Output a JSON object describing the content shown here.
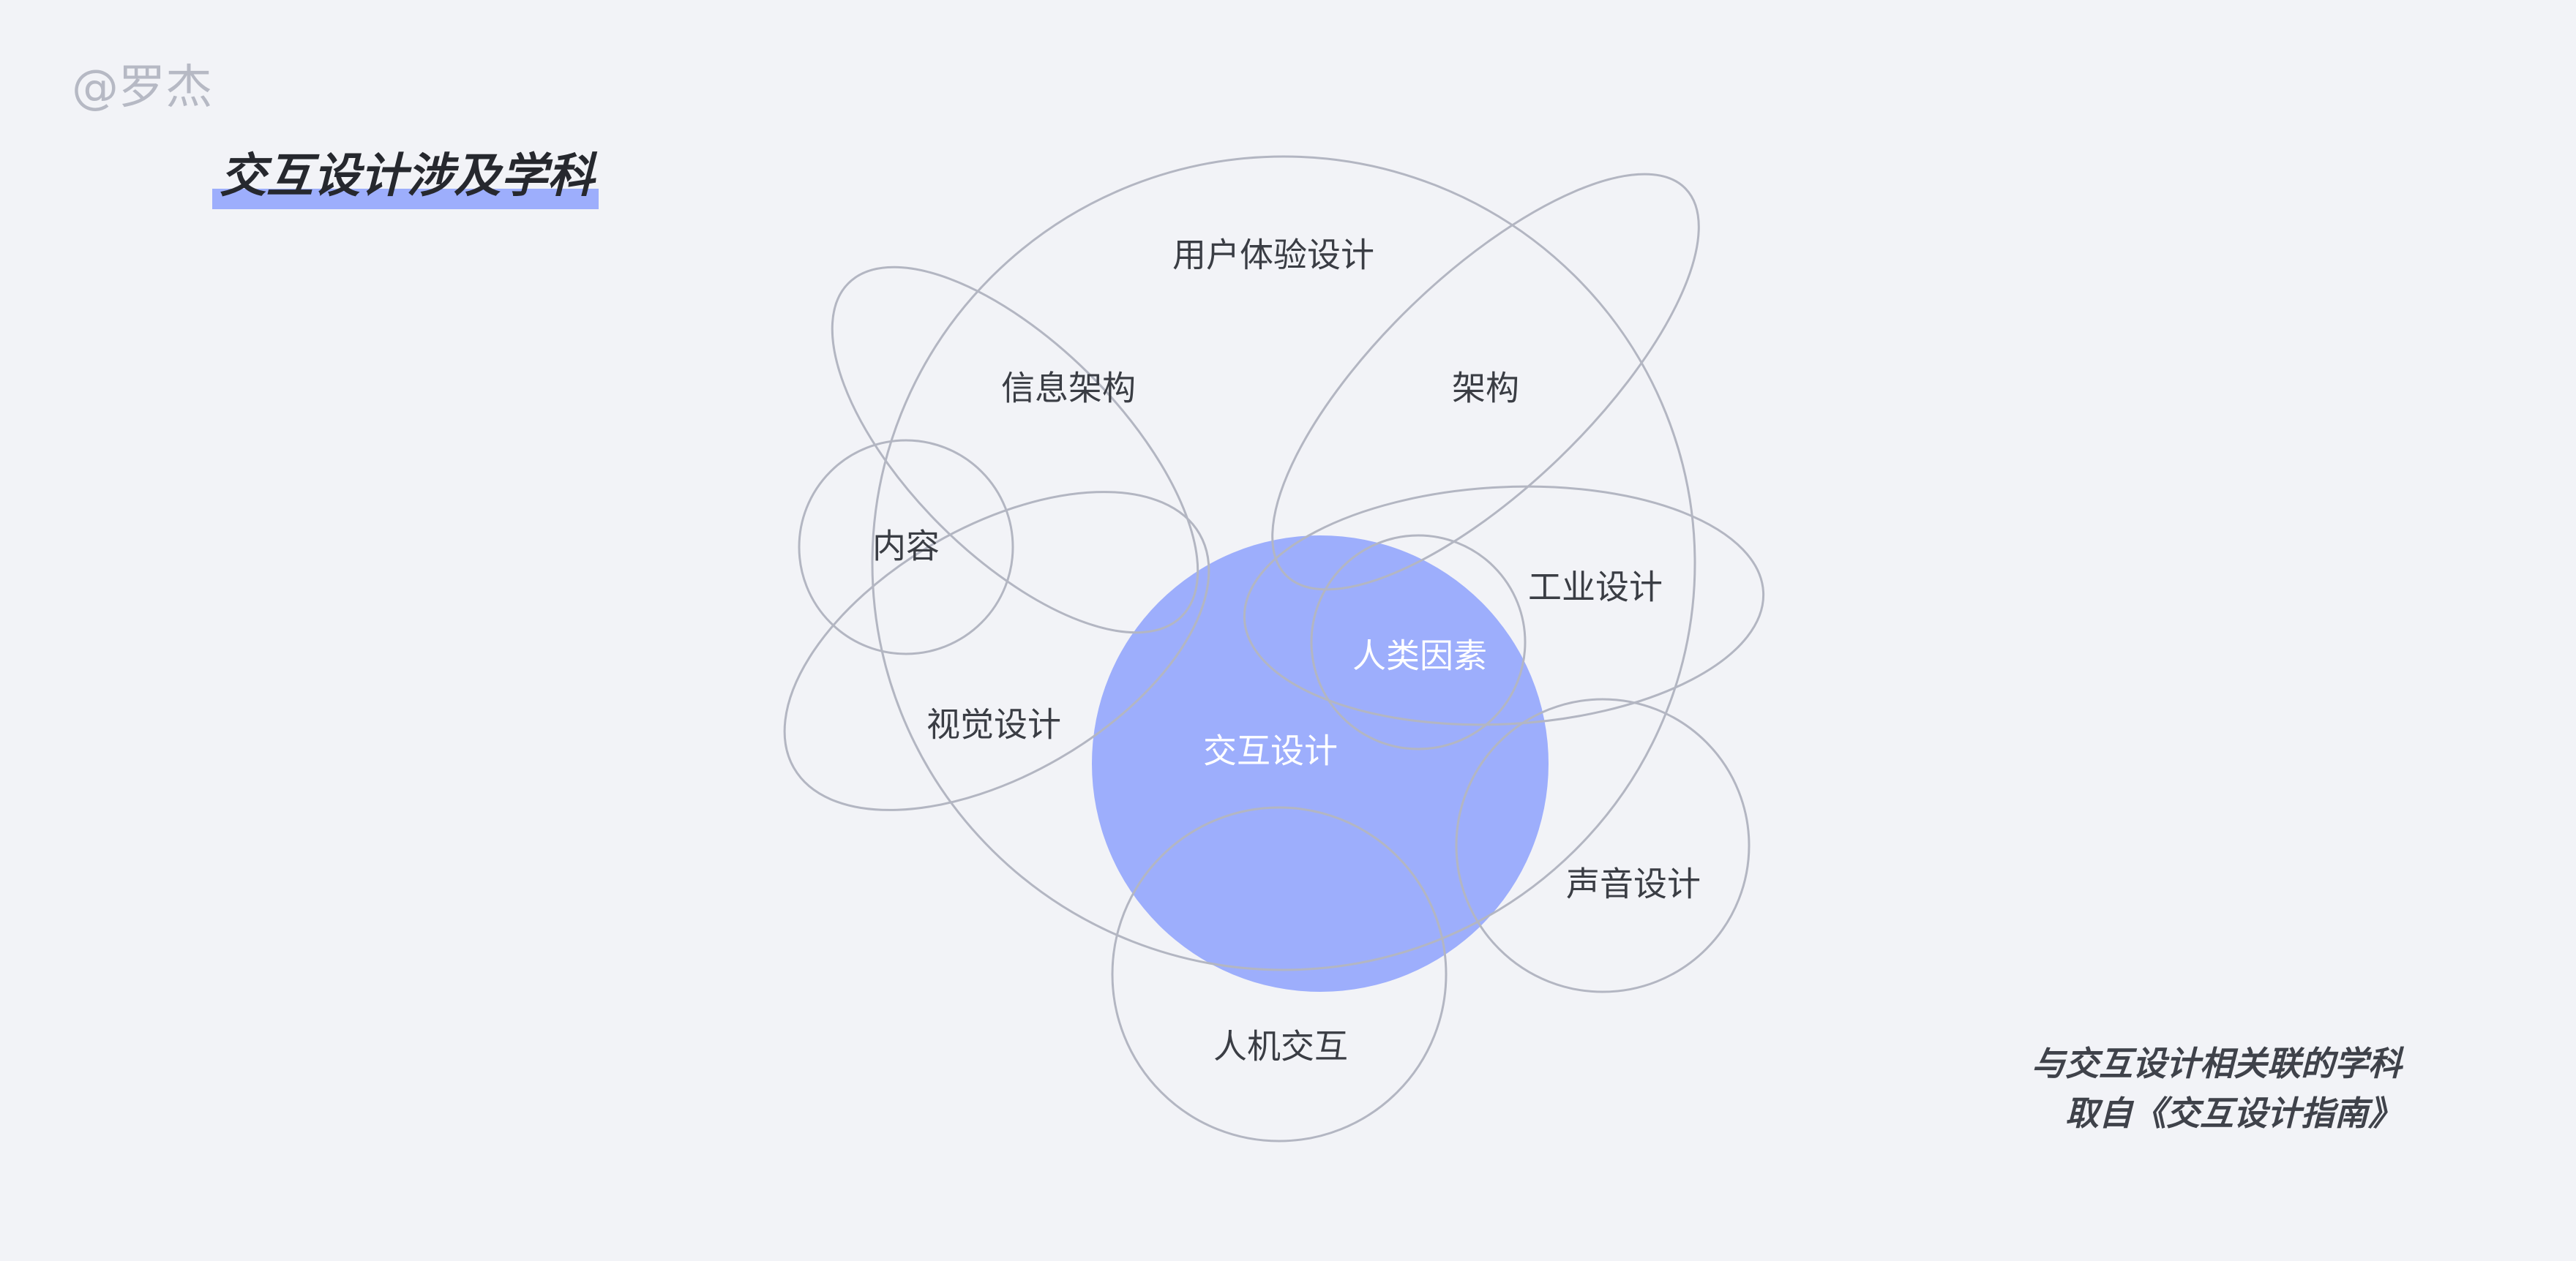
{
  "watermark": "@罗杰",
  "title": "交互设计涉及学科",
  "diagram": {
    "labels": {
      "ux": "用户体验设计",
      "ia": "信息架构",
      "arch": "架构",
      "content": "内容",
      "industrial": "工业设计",
      "human_factors": "人类因素",
      "visual": "视觉设计",
      "ixd": "交互设计",
      "sound": "声音设计",
      "hci": "人机交互"
    },
    "colors": {
      "highlight": "#9daefc",
      "outline": "#b3b6c2",
      "text": "#3a3d44",
      "text_on_highlight": "#ffffff"
    }
  },
  "caption": {
    "line1": "与交互设计相关联的学科",
    "line2": "取自《交互设计指南》"
  }
}
